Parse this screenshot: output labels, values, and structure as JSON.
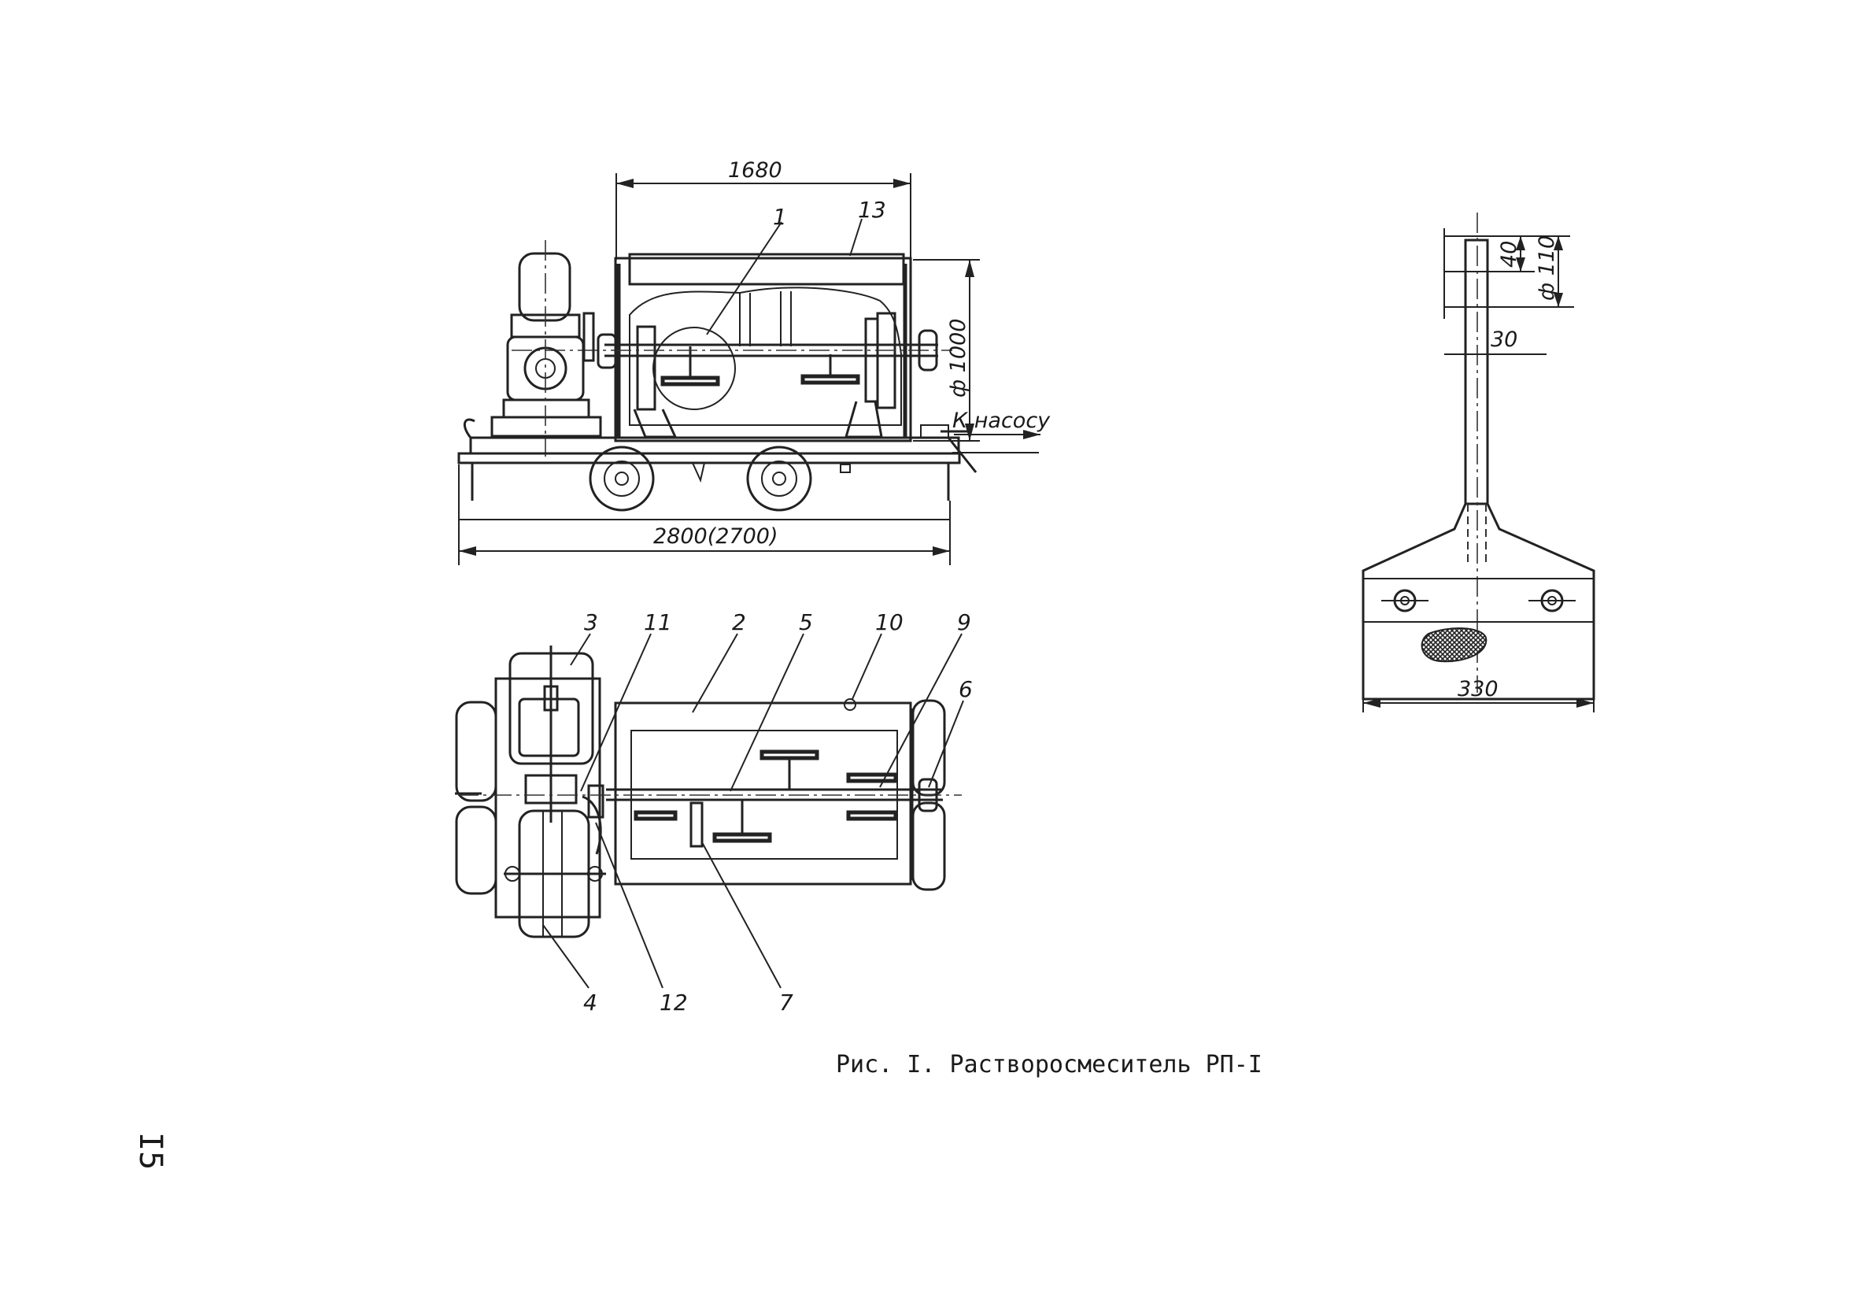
{
  "caption": "Рис. I. Растворосмеситель РП-I",
  "page_number": "I5",
  "side_view": {
    "dim_length": "1680",
    "dim_overall": "2800(2700)",
    "dim_diameter": "ф 1000",
    "outlet_label": "К насосу",
    "callouts": [
      "1",
      "13"
    ]
  },
  "top_view": {
    "callouts": [
      "3",
      "11",
      "2",
      "5",
      "10",
      "9",
      "6",
      "4",
      "12",
      "7"
    ]
  },
  "blade_detail": {
    "dim_width": "330",
    "dim_top": "40",
    "dim_height": "ф 110",
    "dim_shaft": "30"
  }
}
